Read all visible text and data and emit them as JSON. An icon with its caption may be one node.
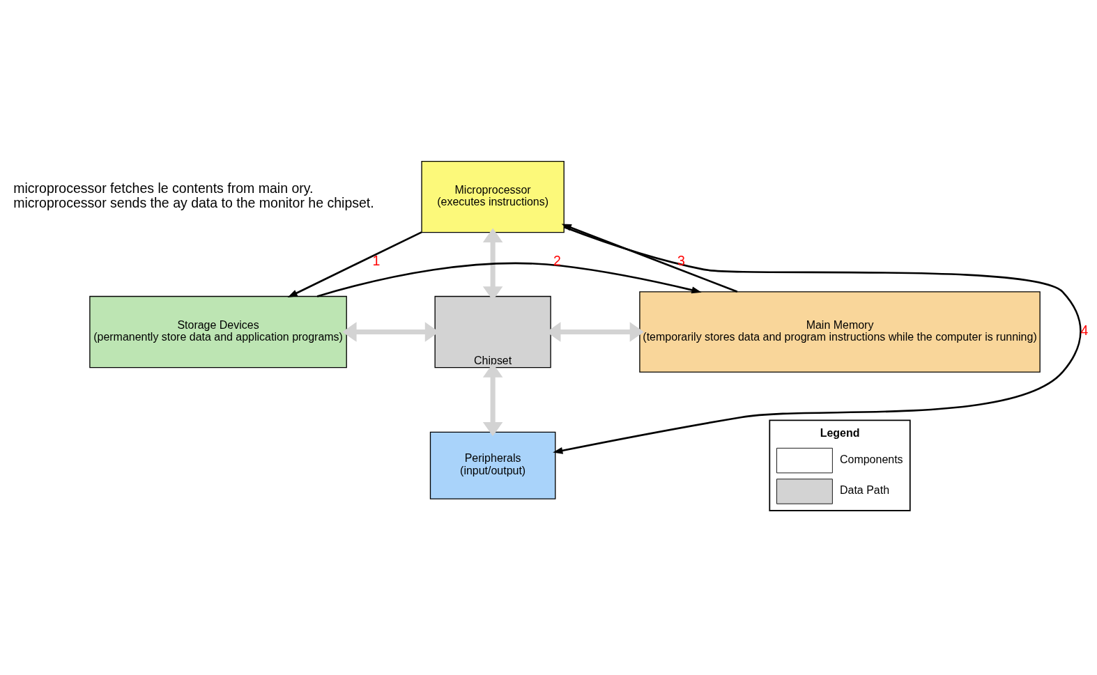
{
  "diagram": {
    "nodes": [
      {
        "text": [
          "Microprocessor",
          "(executes instructions)"
        ]
      },
      {
        "text": [
          "Storage Devices",
          "(permanently store data and application programs)"
        ]
      },
      {
        "text": [
          "Chipset"
        ]
      },
      {
        "text": [
          "Main Memory",
          "(temporarily stores data and program instructions while the computer is running)"
        ]
      },
      {
        "text": [
          "Peripherals",
          "(input/output)"
        ]
      }
    ],
    "edges": [
      {
        "from": 0,
        "to": 2,
        "arrow": "both",
        "style": "thick",
        "color": "#d3d3d3"
      },
      {
        "from": 1,
        "to": 2,
        "arrow": "both",
        "style": "thick",
        "color": "#d3d3d3"
      },
      {
        "from": 2,
        "to": 3,
        "arrow": "both",
        "style": "thick",
        "color": "#d3d3d3"
      },
      {
        "from": 2,
        "to": 4,
        "arrow": "both",
        "style": "thick",
        "color": "#d3d3d3"
      },
      {
        "from": 0,
        "to": 1,
        "arrow": "to",
        "label": "1",
        "color": "#000000"
      },
      {
        "from": 1,
        "to": 3,
        "arrow": "to",
        "label": "2",
        "color": "#000000"
      },
      {
        "from": 3,
        "to": 0,
        "arrow": "to",
        "label": "3",
        "color": "#000000"
      },
      {
        "from": 0,
        "to": 4,
        "arrow": "to",
        "label": "4",
        "color": "#000000"
      }
    ],
    "labels": [
      "microprocessor fetches le contents from main ory.",
      "microprocessor sends the ay data to the monitor he chipset.",
      "Legend"
    ],
    "legend": [
      {
        "text": "Components"
      },
      {
        "text": "Data Path"
      }
    ]
  }
}
